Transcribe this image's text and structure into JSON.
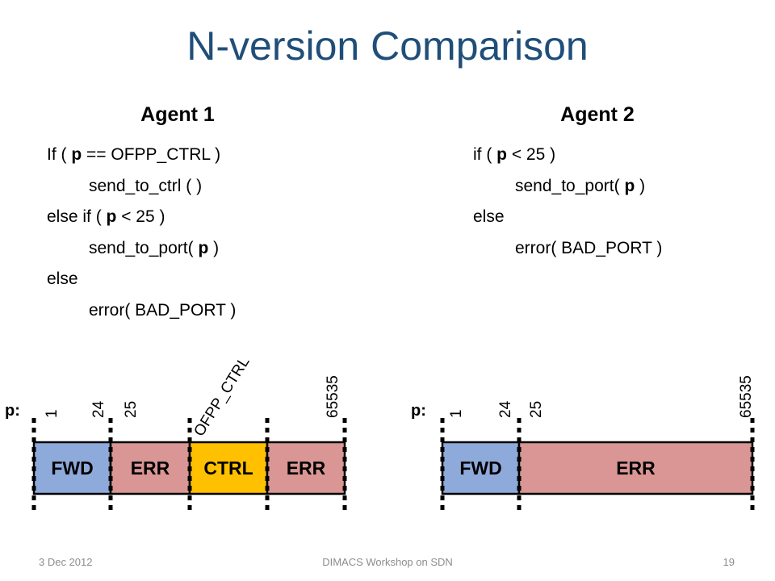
{
  "slide": {
    "title": "N-version Comparison",
    "footer": {
      "date": "3 Dec 2012",
      "center": "DIMACS Workshop on SDN",
      "page": "19"
    }
  },
  "agent1": {
    "heading": "Agent 1",
    "code": [
      {
        "pre": "If ( ",
        "bold": "p",
        "post": " == OFPP_CTRL )",
        "indent": false
      },
      {
        "pre": "send_to_ctrl ( )",
        "bold": "",
        "post": "",
        "indent": true
      },
      {
        "pre": "else if ( ",
        "bold": "p",
        "post": " < 25 )",
        "indent": false
      },
      {
        "pre": "send_to_port( ",
        "bold": "p",
        "post": " )",
        "indent": true
      },
      {
        "pre": "else",
        "bold": "",
        "post": "",
        "indent": false
      },
      {
        "pre": "error( BAD_PORT )",
        "bold": "",
        "post": "",
        "indent": true
      }
    ],
    "diagram": {
      "p_label": "p:",
      "ticks": [
        "1",
        "24",
        "25",
        "OFPP_CTRL",
        "65535"
      ],
      "segments": [
        {
          "label": "FWD",
          "color": "#8eaadb"
        },
        {
          "label": "ERR",
          "color": "#d99694"
        },
        {
          "label": "CTRL",
          "color": "#ffc000"
        },
        {
          "label": "ERR",
          "color": "#d99694"
        }
      ]
    }
  },
  "agent2": {
    "heading": "Agent 2",
    "code": [
      {
        "pre": "if ( ",
        "bold": "p",
        "post": " < 25 )",
        "indent": false
      },
      {
        "pre": "send_to_port( ",
        "bold": "p",
        "post": " )",
        "indent": true
      },
      {
        "pre": "else",
        "bold": "",
        "post": "",
        "indent": false
      },
      {
        "pre": "error( BAD_PORT )",
        "bold": "",
        "post": "",
        "indent": true
      }
    ],
    "diagram": {
      "p_label": "p:",
      "ticks": [
        "1",
        "24",
        "25",
        "65535"
      ],
      "segments": [
        {
          "label": "FWD",
          "color": "#8eaadb"
        },
        {
          "label": "ERR",
          "color": "#d99694"
        }
      ]
    }
  },
  "colors": {
    "title": "#1f4e79",
    "fwd": "#8eaadb",
    "err": "#d99694",
    "ctrl": "#ffc000"
  }
}
